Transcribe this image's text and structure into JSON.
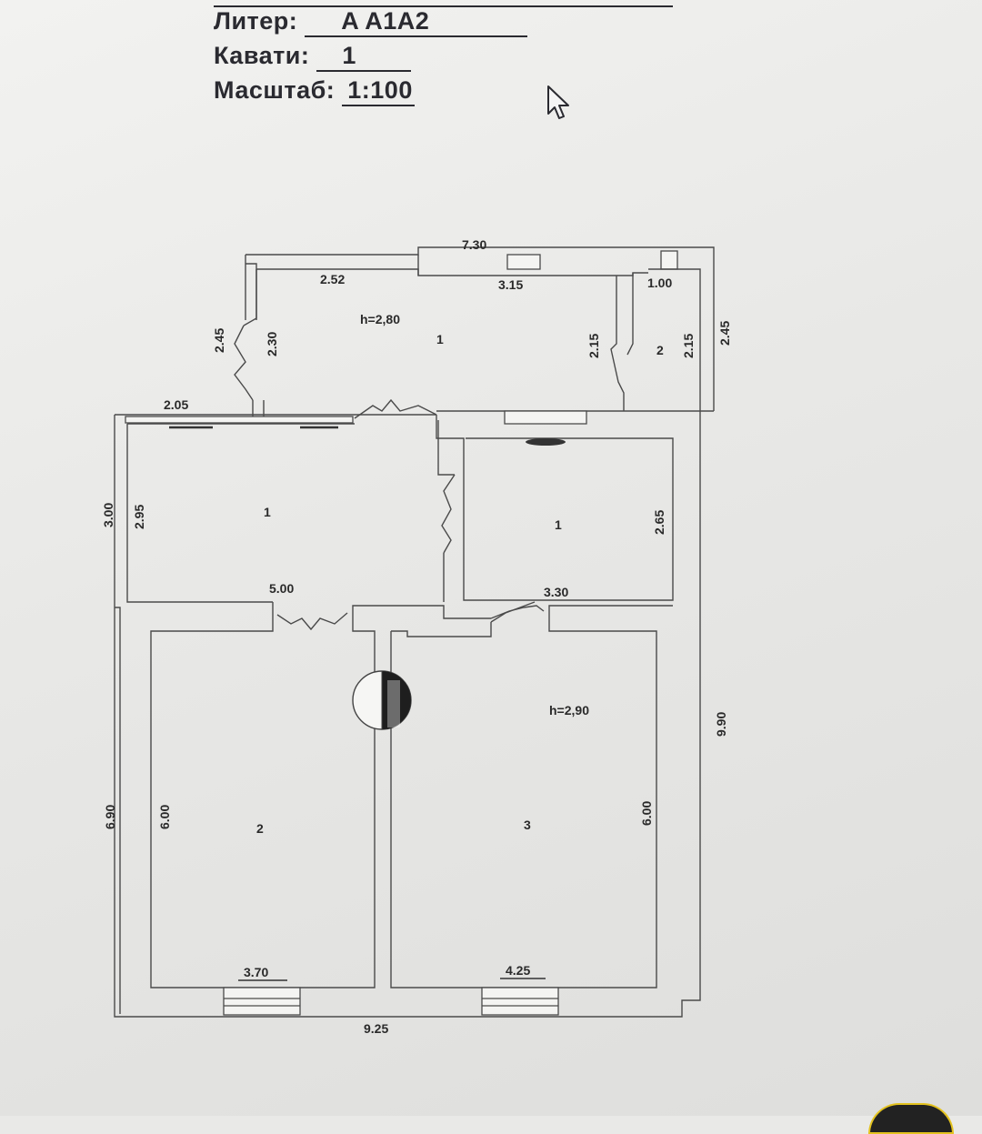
{
  "header": {
    "liter_label": "Литер:",
    "liter_value": "A A1A2",
    "floors_label": "Кавати:",
    "floors_value": "1",
    "scale_label": "Масштаб:",
    "scale_value": "1:100"
  },
  "plan": {
    "heights": {
      "annex": "h=2,80",
      "main": "h=2,90"
    },
    "rooms": {
      "annex_1": "1",
      "annex_2": "2",
      "hall_left": "1",
      "hall_right": "1",
      "room_2": "2",
      "room_3": "3"
    },
    "dimensions": {
      "top_total": "7.30",
      "top_left_room": "2.52",
      "top_mid": "3.15",
      "top_small": "1.00",
      "annex_left_outer": "2.45",
      "annex_left_inner": "2.30",
      "annex_right_inner": "2.15",
      "small_room_inner": "2.15",
      "annex_right_outer": "2.45",
      "hall_top": "2.05",
      "hall_left_outer": "3.00",
      "hall_left_inner": "2.95",
      "hall_right_inner": "2.65",
      "hall_bottom": "5.00",
      "hall_right_bottom": "3.30",
      "total_right": "9.90",
      "total_left": "6.90",
      "room2_height": "6.00",
      "room3_height": "6.00",
      "room2_width": "3.70",
      "room3_width": "4.25",
      "total_bottom": "9.25"
    }
  }
}
